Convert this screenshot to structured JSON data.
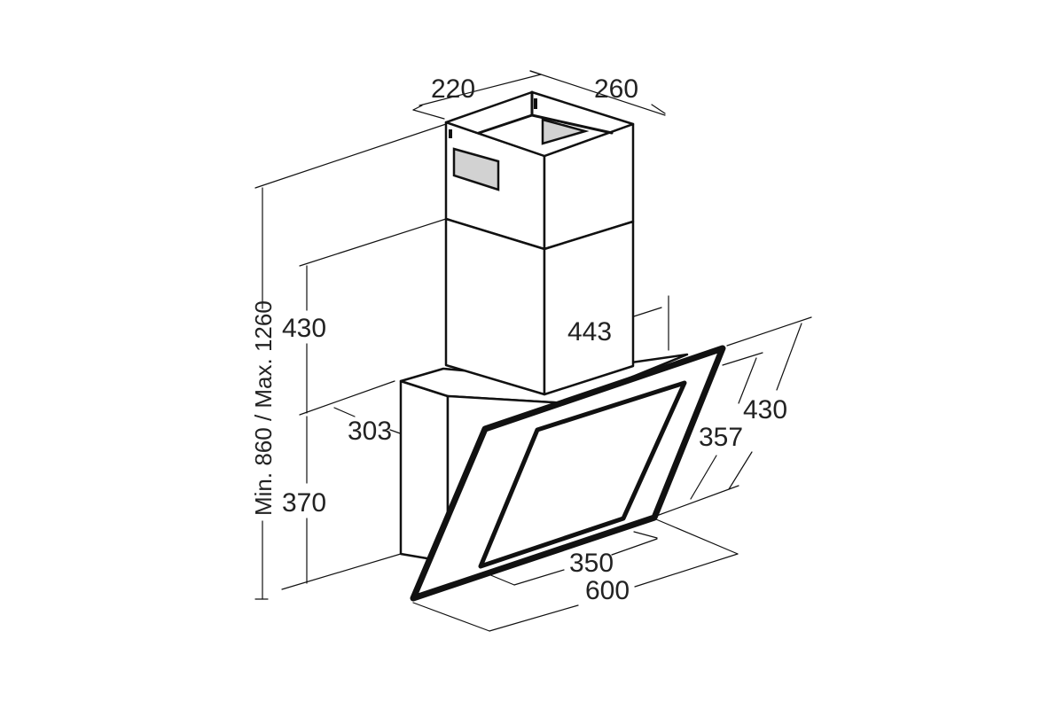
{
  "diagram": {
    "dimensions": {
      "chimney_depth": "220",
      "chimney_width": "260",
      "total_height_range": "Min. 860 / Max. 1260",
      "upper_height": "430",
      "chimney_to_glass": "443",
      "body_depth": "303",
      "lower_height": "370",
      "glass_height": "430",
      "glass_inner_height": "357",
      "inner_width": "350",
      "total_width": "600"
    }
  }
}
